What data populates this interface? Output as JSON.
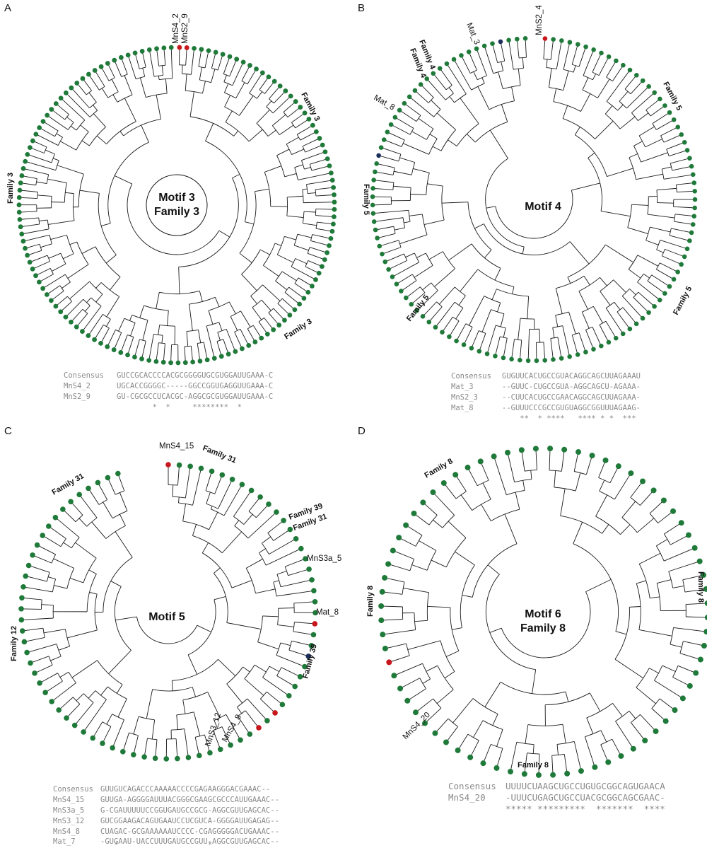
{
  "colors": {
    "green": "#1f7a3a",
    "red": "#c8161d",
    "navy": "#1c2f5c",
    "line": "#1a1a1a",
    "alignment_text": "#8a8a8a"
  },
  "panels": {
    "A": {
      "label": "A",
      "center": [
        "Motif 3",
        "Family 3"
      ],
      "leaf_count": 135,
      "families": [
        "Family 3",
        "Family 3",
        "Family 3"
      ],
      "red_leaves": [
        "MnS4_2",
        "MnS2_9"
      ],
      "alignment": [
        {
          "name": "Consensus",
          "seq": "GUCCGCACCCCACGCGGGGUGCGUGGAUUGAAA-C"
        },
        {
          "name": "MnS4_2",
          "seq": "UGCACCGGGGC-----GGCCGGUGAGGUUGAAA-C"
        },
        {
          "name": "MnS2_9",
          "seq": "GU-CGCGCCUCACGC-AGGCGCGUGGAUUGAAA-C"
        },
        {
          "name": "",
          "seq": "        *  *     ********  *"
        }
      ]
    },
    "B": {
      "label": "B",
      "center": [
        "Motif 4"
      ],
      "leaf_count": 120,
      "families": [
        "Family 4",
        "Family 4",
        "Family 5",
        "Family 5",
        "Family 5",
        "Family 5"
      ],
      "red_leaves": [
        "MnS2_4"
      ],
      "navy_leaves": [
        "Mat_3",
        "Mat_8"
      ],
      "alignment": [
        {
          "name": "Consensus",
          "seq": "GUGUUCACUGCCGUACAGGCAGCUUAGAAAU"
        },
        {
          "name": "Mat_3",
          "seq": "--GUUC-CUGCCGUA-AGGCAGCU-AGAAA-"
        },
        {
          "name": "MnS2_3",
          "seq": "--CUUCACUGCCGAACAGGCAGCUUAGAAA-"
        },
        {
          "name": "Mat_8",
          "seq": "--GUUUCCCGCCGUGUAGGCGGUUUAGAAG-"
        },
        {
          "name": "",
          "seq": "    **  * ****   **** * *  ***"
        }
      ]
    },
    "C": {
      "label": "C",
      "center": [
        "Motif 5"
      ],
      "leaf_count": 80,
      "families": [
        "Family 31",
        "Family 31",
        "Family 39",
        "Family 31",
        "Family 12",
        "Family 39"
      ],
      "red_leaves": [
        "MnS4_15",
        "MnS3a_5",
        "MnS3_12",
        "MnS4_8"
      ],
      "navy_leaves": [
        "Mat_8"
      ],
      "alignment": [
        {
          "name": "Consensus",
          "seq": "GUUGUCAGACCCAAAAACCCCGAGAAGGGACGAAAC--"
        },
        {
          "name": "MnS4_15",
          "seq": "GUUGA-AGGGGAUUUACGGGCGAAGCGCCCAUUGAAAC--"
        },
        {
          "name": "MnS3a_5",
          "seq": "G-CGAUUUUUCCGGUGAUGCCGCG-AGGCGUUGAGCAC--"
        },
        {
          "name": "MnS3_12",
          "seq": "GUCGGAAGACAGUGAAUCCUCGUCA-GGGGAUUGAGAG--"
        },
        {
          "name": "MnS4_8",
          "seq": "CUAGAC-GCGAAAAAAUCCCC-CGAGGGGGACUGAAAC--"
        },
        {
          "name": "Mat_7",
          "seq": "-GUGAAU-UACCUUUGAUGCCGUU-AGGCGUUGAGCAC--"
        },
        {
          "name": "",
          "seq": "   *                    *"
        }
      ]
    },
    "D": {
      "label": "D",
      "center": [
        "Motif 6",
        "Family 8"
      ],
      "leaf_count": 72,
      "families": [
        "Family 8",
        "Family 8",
        "Family 8",
        "Family 8"
      ],
      "red_leaves": [
        "MnS4_20"
      ],
      "alignment": [
        {
          "name": "Consensus",
          "seq": "UUUUCUAAGCUGCCUGUGCGGCAGUGAACA"
        },
        {
          "name": "MnS4_20",
          "seq": "-UUUCUGAGCUGCCUACGCGGCAGCGAAC-"
        },
        {
          "name": "",
          "seq": "***** *********  *******  ****"
        }
      ]
    }
  }
}
